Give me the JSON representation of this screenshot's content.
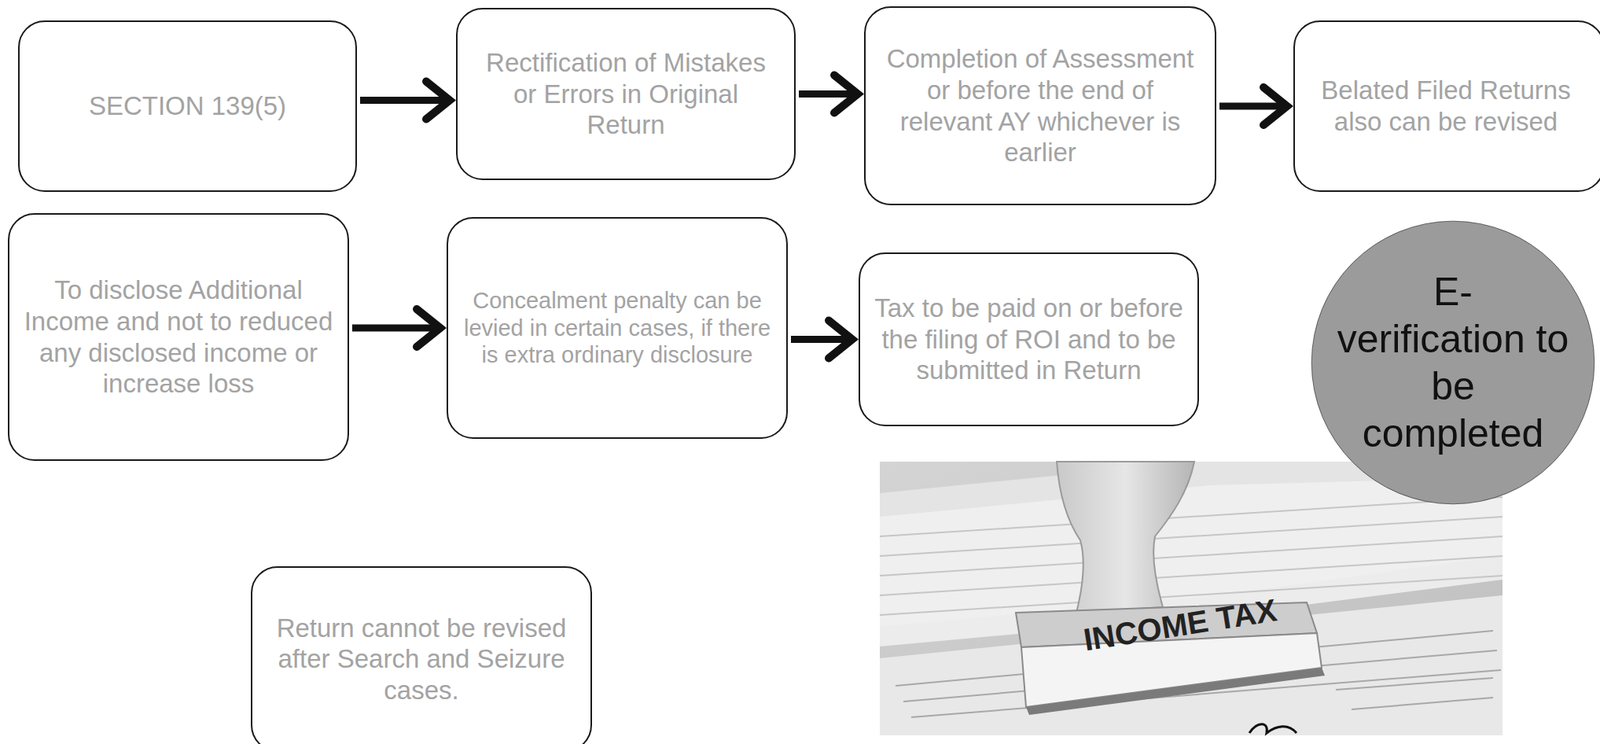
{
  "diagram": {
    "nodes": [
      {
        "text": [
          "SECTION 139(5)"
        ]
      },
      {
        "text": [
          "Rectification of Mistakes or Errors in Original Return"
        ]
      },
      {
        "text": [
          "Completion of Assessment or before the end of relevant AY whichever is earlier"
        ]
      },
      {
        "text": [
          "Belated Filed Returns also can be revised"
        ]
      },
      {
        "text": [
          "To disclose Additional Income and not to reduced any disclosed income or increase loss"
        ]
      },
      {
        "text": [
          "Concealment penalty can be levied in certain cases, if there is extra ordinary disclosure"
        ]
      },
      {
        "text": [
          "Tax to be paid on or before the filing of ROI and to be submitted in Return"
        ]
      },
      {
        "text": [
          "E- verification to be completed"
        ]
      },
      {
        "text": [
          "Return cannot be revised after Search and Seizure cases."
        ]
      }
    ],
    "edges": [
      {
        "from": 0,
        "to": 1,
        "arrow": "to"
      },
      {
        "from": 1,
        "to": 2,
        "arrow": "to"
      },
      {
        "from": 2,
        "to": 3,
        "arrow": "to"
      },
      {
        "from": 4,
        "to": 5,
        "arrow": "to"
      },
      {
        "from": 5,
        "to": 6,
        "arrow": "to"
      }
    ],
    "labels": [
      "INCOME TAX"
    ]
  }
}
